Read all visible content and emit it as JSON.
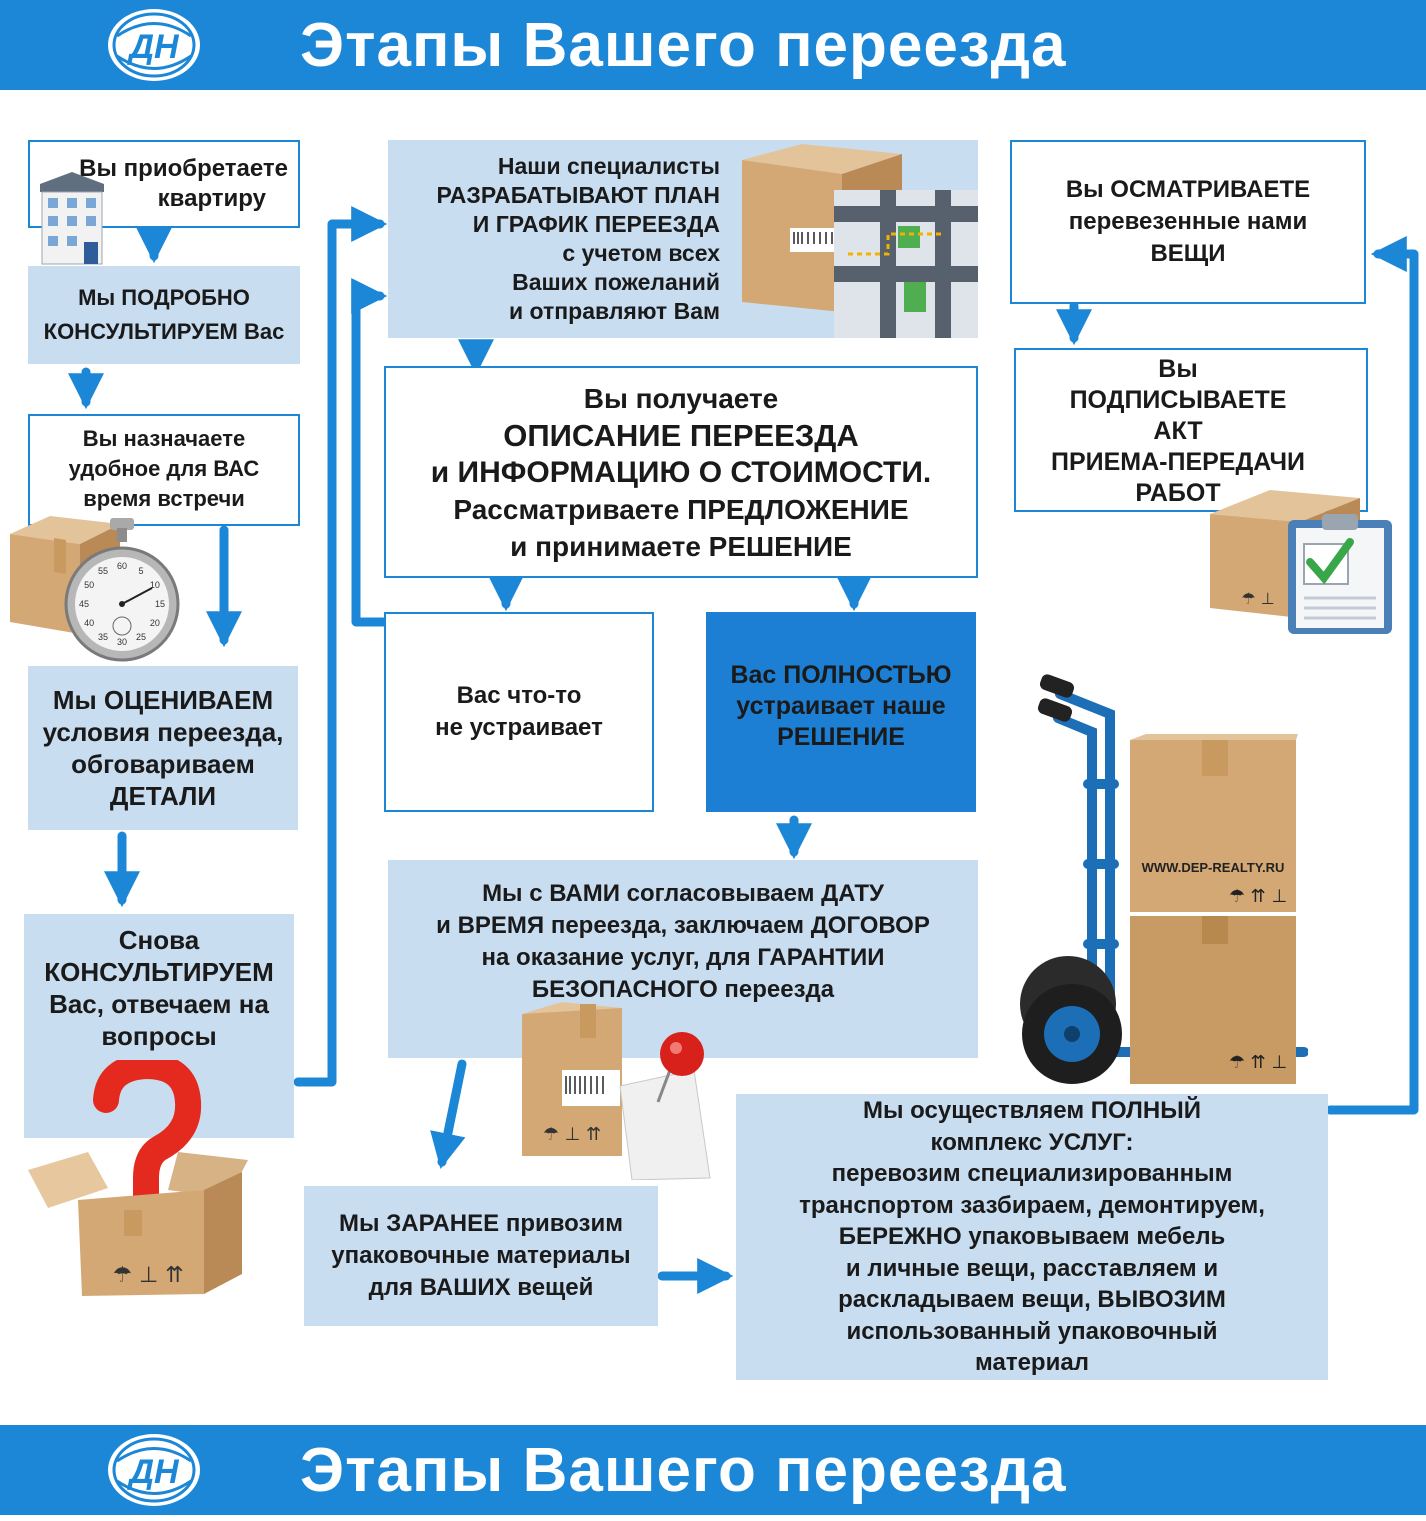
{
  "header": {
    "title": "Этапы Вашего переезда",
    "logo_text": "ДН"
  },
  "footer": {
    "title": "Этапы Вашего переезда",
    "logo_text": "ДН"
  },
  "colors": {
    "accent": "#1c87d6",
    "box_fill": "#c9ddf1",
    "box_border": "#1c87d6",
    "highlight_box": "#1c7fd4",
    "cardboard": "#d8b489",
    "check": "#3aa64a",
    "question": "#e42a1e"
  },
  "steps": {
    "buy": [
      "Вы приобретаете",
      "квартиру"
    ],
    "consult": [
      "Мы ПОДРОБНО",
      "КОНСУЛЬТИРУЕМ Вас"
    ],
    "appoint": [
      "Вы назначаете",
      "удобное для ВАС",
      "время встречи"
    ],
    "evaluate": [
      "Мы ОЦЕНИВАЕМ",
      "условия переезда,",
      "обговариваем",
      "ДЕТАЛИ"
    ],
    "reconsult": [
      "Снова",
      "КОНСУЛЬТИРУЕМ",
      "Вас, отвечаем на",
      "вопросы"
    ],
    "plan": [
      "Наши специалисты",
      "РАЗРАБАТЫВАЮТ ПЛАН",
      "И ГРАФИК ПЕРЕЕЗДА",
      "с учетом всех",
      "Ваших пожеланий",
      "и отправляют Вам"
    ],
    "receive": [
      "Вы получаете",
      "ОПИСАНИЕ ПЕРЕЕЗДА",
      "и ИНФОРМАЦИЮ О СТОИМОСТИ.",
      "Рассматриваете ПРЕДЛОЖЕНИЕ",
      "и принимаете РЕШЕНИЕ"
    ],
    "not_ok": [
      "Вас что-то",
      "не устраивает"
    ],
    "ok": [
      "Вас ПОЛНОСТЬЮ",
      "устраивает наше",
      "РЕШЕНИЕ"
    ],
    "agree": [
      "Мы с ВАМИ согласовываем ДАТУ",
      "и ВРЕМЯ переезда, заключаем ДОГОВОР",
      "на оказание услуг, для ГАРАНТИИ",
      "БЕЗОПАСНОГО переезда"
    ],
    "materials": [
      "Мы ЗАРАНЕЕ привозим",
      "упаковочные материалы",
      "для ВАШИХ вещей"
    ],
    "full": [
      "Мы осуществляем ПОЛНЫЙ",
      "комплекс УСЛУГ:",
      "перевозим специализированным",
      "транспортом зазбираем, демонтируем,",
      "БЕРЕЖНО  упаковываем мебель",
      "и личные вещи, расставляем и",
      "раскладываем вещи, ВЫВОЗИМ",
      "использованный упаковочный",
      "материал"
    ],
    "inspect": [
      "Вы ОСМАТРИВАЕТЕ",
      "перевезенные нами",
      "ВЕЩИ"
    ],
    "sign": [
      "Вы",
      "ПОДПИСЫВАЕТЕ",
      "АКТ",
      "ПРИЕМА-ПЕРЕДАЧИ",
      "РАБОТ"
    ]
  },
  "box_labels": {
    "website": "WWW.DEP-REALTY.RU"
  },
  "stopwatch": {
    "numbers": [
      "60",
      "5",
      "10",
      "15",
      "20",
      "25",
      "30",
      "35",
      "40",
      "45",
      "50",
      "55"
    ]
  },
  "icons": [
    "building-icon",
    "stopwatch-icon",
    "cardboard-box-icon",
    "question-mark-icon",
    "map-icon",
    "pushpin-icon",
    "clipboard-check-icon",
    "hand-truck-icon",
    "arrow-icon"
  ]
}
